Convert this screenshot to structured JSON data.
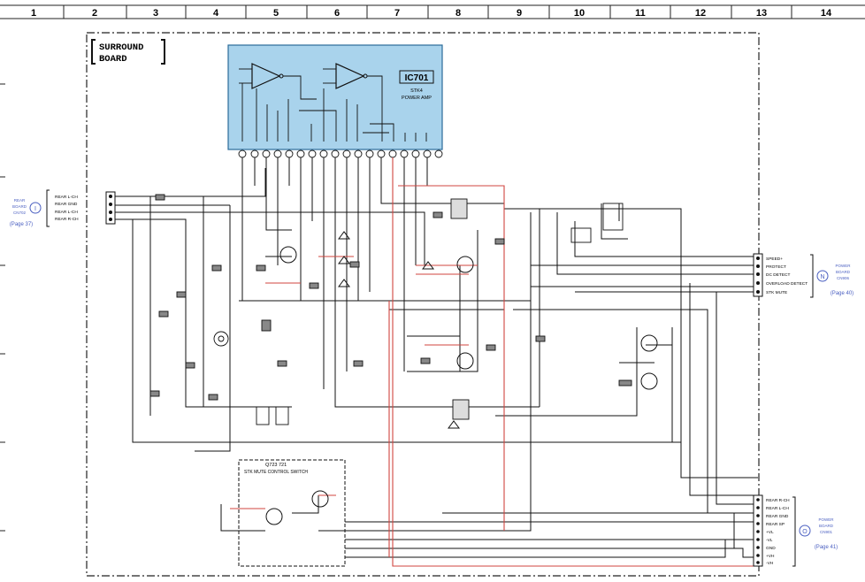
{
  "grid": {
    "columns": [
      "1",
      "2",
      "3",
      "4",
      "5",
      "6",
      "7",
      "8",
      "9",
      "10",
      "11",
      "12",
      "13",
      "14"
    ]
  },
  "board": {
    "title_line1": "SURROUND",
    "title_line2": "BOARD"
  },
  "ic": {
    "name": "IC701",
    "sub1": "STK4",
    "sub2": "POWER AMP"
  },
  "left_connector": {
    "id": "I",
    "lines": [
      "REAR",
      "BOARD",
      "CN702"
    ],
    "page_ref": "(Page 37)",
    "pins": [
      "REAR L-CH",
      "REAR GND",
      "REAR L-CH",
      "REAR R-CH"
    ]
  },
  "right_connector_top": {
    "id": "N",
    "lines": [
      "POWER",
      "BOARD",
      "CN906"
    ],
    "page_ref": "(Page 40)",
    "pins": [
      "SPEED+",
      "PROTECT",
      "DC DETECT",
      "OVERLOAD DETECT",
      "STK MUTE"
    ]
  },
  "right_connector_bottom": {
    "id": "O",
    "lines": [
      "POWER",
      "BOARD",
      "CN901"
    ],
    "page_ref": "(Page 41)",
    "pins": [
      "REAR R-CH",
      "REAR L-CH",
      "REAR GND",
      "REAR SP",
      "+VL",
      "-VL",
      "GND",
      "+VH",
      "-VH"
    ]
  },
  "mute_block": {
    "line1": "Q723  721",
    "line2": "STK MUTE CONTROL SWITCH"
  },
  "colors": {
    "ic_fill": "#a9d3ec",
    "ic_stroke": "#2b6c99",
    "hot_wire": "#d0453f",
    "line": "#111111",
    "accent_text": "#4a5fc1"
  }
}
